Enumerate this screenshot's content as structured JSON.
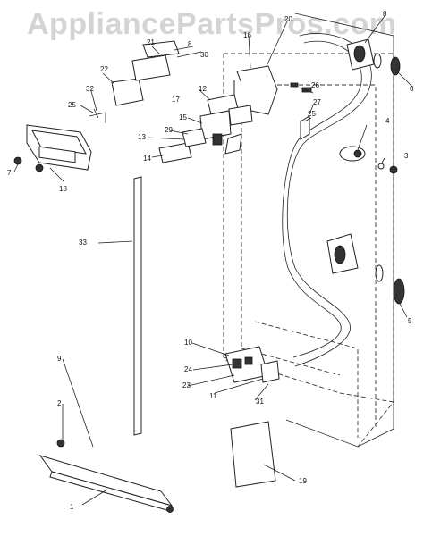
{
  "watermark": "AppliancePartsPros.com",
  "callouts": [
    {
      "id": "c1",
      "text": "1"
    },
    {
      "id": "c2",
      "text": "2"
    },
    {
      "id": "c3",
      "text": "3"
    },
    {
      "id": "c4",
      "text": "4"
    },
    {
      "id": "c5",
      "text": "5"
    },
    {
      "id": "c6",
      "text": "6"
    },
    {
      "id": "c7",
      "text": "7"
    },
    {
      "id": "c8a",
      "text": "8"
    },
    {
      "id": "c8b",
      "text": "8"
    },
    {
      "id": "c9",
      "text": "9"
    },
    {
      "id": "c10",
      "text": "10"
    },
    {
      "id": "c11",
      "text": "11"
    },
    {
      "id": "c12",
      "text": "12"
    },
    {
      "id": "c13",
      "text": "13"
    },
    {
      "id": "c14",
      "text": "14"
    },
    {
      "id": "c15",
      "text": "15"
    },
    {
      "id": "c16",
      "text": "16"
    },
    {
      "id": "c17",
      "text": "17"
    },
    {
      "id": "c18",
      "text": "18"
    },
    {
      "id": "c19",
      "text": "19"
    },
    {
      "id": "c20",
      "text": "20"
    },
    {
      "id": "c21",
      "text": "21"
    },
    {
      "id": "c22",
      "text": "22"
    },
    {
      "id": "c23",
      "text": "23"
    },
    {
      "id": "c24",
      "text": "24"
    },
    {
      "id": "c25a",
      "text": "25"
    },
    {
      "id": "c25b",
      "text": "25"
    },
    {
      "id": "c26",
      "text": "26"
    },
    {
      "id": "c27",
      "text": "27"
    },
    {
      "id": "c29",
      "text": "29"
    },
    {
      "id": "c30",
      "text": "30"
    },
    {
      "id": "c31",
      "text": "31"
    },
    {
      "id": "c32",
      "text": "32"
    },
    {
      "id": "c33",
      "text": "33"
    }
  ]
}
